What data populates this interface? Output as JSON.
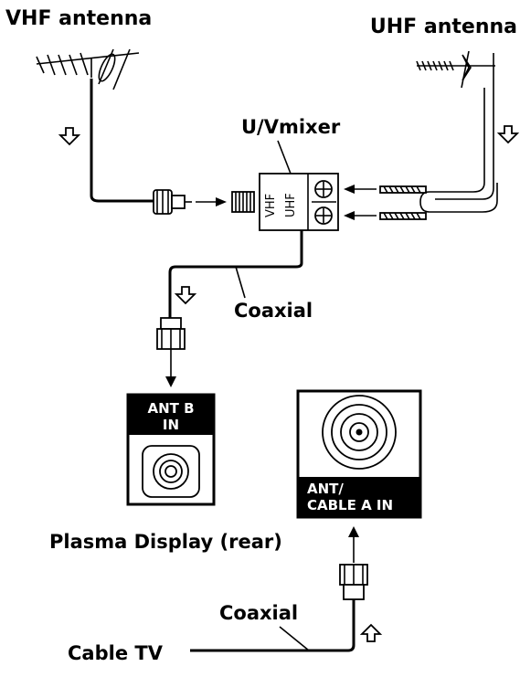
{
  "labels": {
    "vhf_antenna": "VHF antenna",
    "uhf_antenna": "UHF antenna",
    "mixer": "U/Vmixer",
    "mixer_port_vhf": "VHF",
    "mixer_port_uhf": "UHF",
    "coaxial_upper": "Coaxial",
    "coaxial_lower": "Coaxial",
    "ant_b_line1": "ANT B",
    "ant_b_line2": "IN",
    "ant_a_line1": "ANT/",
    "ant_a_line2": "CABLE A IN",
    "plasma_display": "Plasma Display (rear)",
    "cable_tv": "Cable TV"
  },
  "colors": {
    "line": "#000000",
    "panel_bg": "#000000",
    "panel_text": "#ffffff"
  }
}
